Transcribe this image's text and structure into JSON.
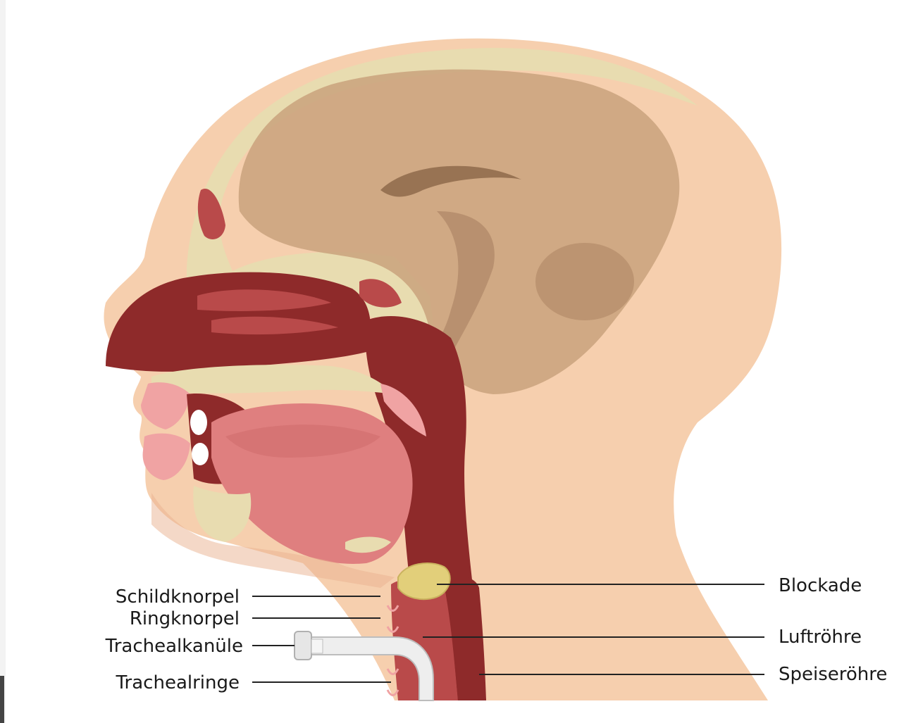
{
  "labels": {
    "schildknorpel": "Schildknorpel",
    "ringknorpel": "Ringknorpel",
    "trachealkanuele": "Trachealkanüle",
    "trachealringe": "Trachealringe",
    "blockade": "Blockade",
    "luftroehre": "Luftröhre",
    "speiseroehre": "Speiseröhre"
  },
  "colors": {
    "skin": "#f6cfae",
    "skin_shadow": "#e9b28f",
    "bone": "#e8dcb0",
    "brain": "#c9a27c",
    "brain_dark": "#8a6547",
    "tissue_dark": "#8e2a2a",
    "tissue_mid": "#b94a4a",
    "tissue_light": "#df7f7f",
    "pink": "#f0a3a3",
    "blockade": "#e2cf7a",
    "tube": "#eeeeee"
  }
}
